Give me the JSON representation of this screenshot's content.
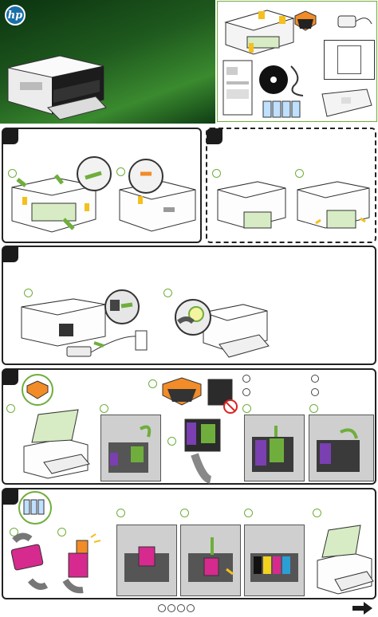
{
  "brand": {
    "logo_text": "hp",
    "colors": {
      "green_dark": "#0d3d12",
      "green_mid": "#2e7a2a",
      "accent_green": "#6fae3c",
      "yellow": "#f3c01e",
      "black": "#1b1b1b"
    }
  },
  "steps": [
    {
      "id": "step-1",
      "substeps": 2
    },
    {
      "id": "step-2",
      "substeps": 2,
      "dashed": true
    },
    {
      "id": "step-3",
      "substeps": 2
    },
    {
      "id": "step-4",
      "substeps": 6
    },
    {
      "id": "step-5",
      "substeps": 6
    }
  ],
  "footer": {
    "page_indicator_count": 4,
    "next_icon": "arrow-right-icon"
  },
  "icons": [
    "hp-logo-icon",
    "arrow-right-icon",
    "no-symbol-icon",
    "wifi-card-icon"
  ]
}
